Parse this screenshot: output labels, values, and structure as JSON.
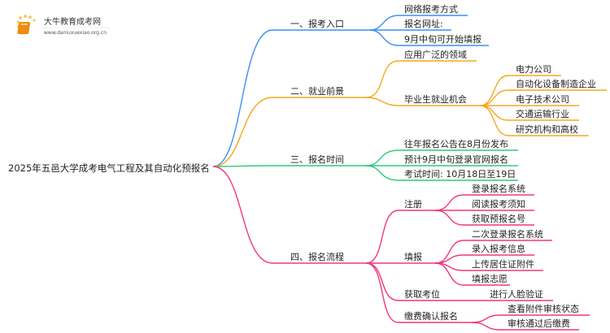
{
  "logo": {
    "name": "大牛教育成考网",
    "url": "www.daniuxuexiao.org.cn"
  },
  "root": "2025年五邑大学成考电气工程及其自动化预报名",
  "branches": [
    {
      "label": "一、报考入口",
      "color": "#3b8ff5",
      "children": [
        "网络报考方式",
        "报名网址:",
        "9月中旬可开始填报"
      ]
    },
    {
      "label": "二、就业前景",
      "color": "#f5a81c",
      "children": [
        {
          "label": "应用广泛的领域"
        },
        {
          "label": "毕业生就业机会",
          "children": [
            "电力公司",
            "自动化设备制造企业",
            "电子技术公司",
            "交通运输行业",
            "研究机构和高校"
          ]
        }
      ]
    },
    {
      "label": "三、报名时间",
      "color": "#2ec978",
      "children": [
        "往年报名公告在8月份发布",
        "预计9月中旬登录官网报名",
        "考试时间: 10月18日至19日"
      ]
    },
    {
      "label": "四、报名流程",
      "color": "#f2367d",
      "children": [
        {
          "label": "注册",
          "children": [
            "登录报名系统",
            "阅读报考须知",
            "获取预报名号"
          ]
        },
        {
          "label": "填报",
          "children": [
            "二次登录报名系统",
            "录入报考信息",
            "上传居住证附件",
            "填报志愿"
          ]
        },
        {
          "label": "获取考位",
          "children": [
            "进行人脸验证"
          ]
        },
        {
          "label": "缴费确认报名",
          "children": [
            "查看附件审核状态",
            "审核通过后缴费"
          ]
        }
      ]
    }
  ]
}
